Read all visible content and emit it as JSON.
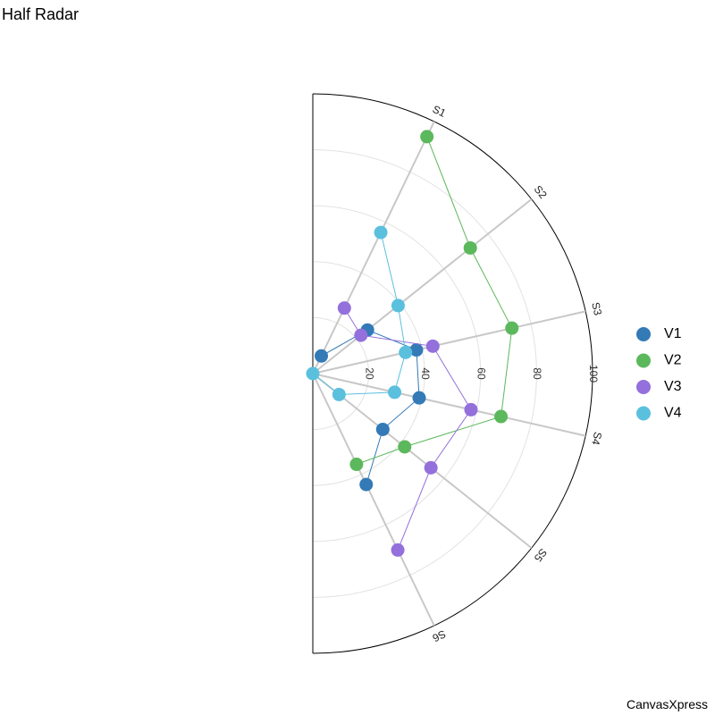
{
  "title": "Half Radar",
  "brand": "CanvasXpress",
  "chart_data": {
    "type": "radar",
    "variant": "half",
    "axes": [
      "S1",
      "S2",
      "S3",
      "S4",
      "S5",
      "S6"
    ],
    "radial_ticks": [
      20,
      40,
      60,
      80,
      100
    ],
    "rlim": [
      0,
      100
    ],
    "grid": true,
    "legend_position": "right",
    "series": [
      {
        "name": "V1",
        "color": "#337ab7",
        "values": [
          7,
          25,
          38,
          39,
          32,
          44
        ]
      },
      {
        "name": "V2",
        "color": "#5cb85c",
        "values": [
          94,
          72,
          73,
          69,
          42,
          36
        ]
      },
      {
        "name": "V3",
        "color": "#9370db",
        "values": [
          26,
          22,
          44,
          58,
          54,
          70
        ]
      },
      {
        "name": "V4",
        "color": "#5bc0de",
        "values": [
          56,
          39,
          34,
          30,
          12,
          0
        ]
      }
    ]
  }
}
